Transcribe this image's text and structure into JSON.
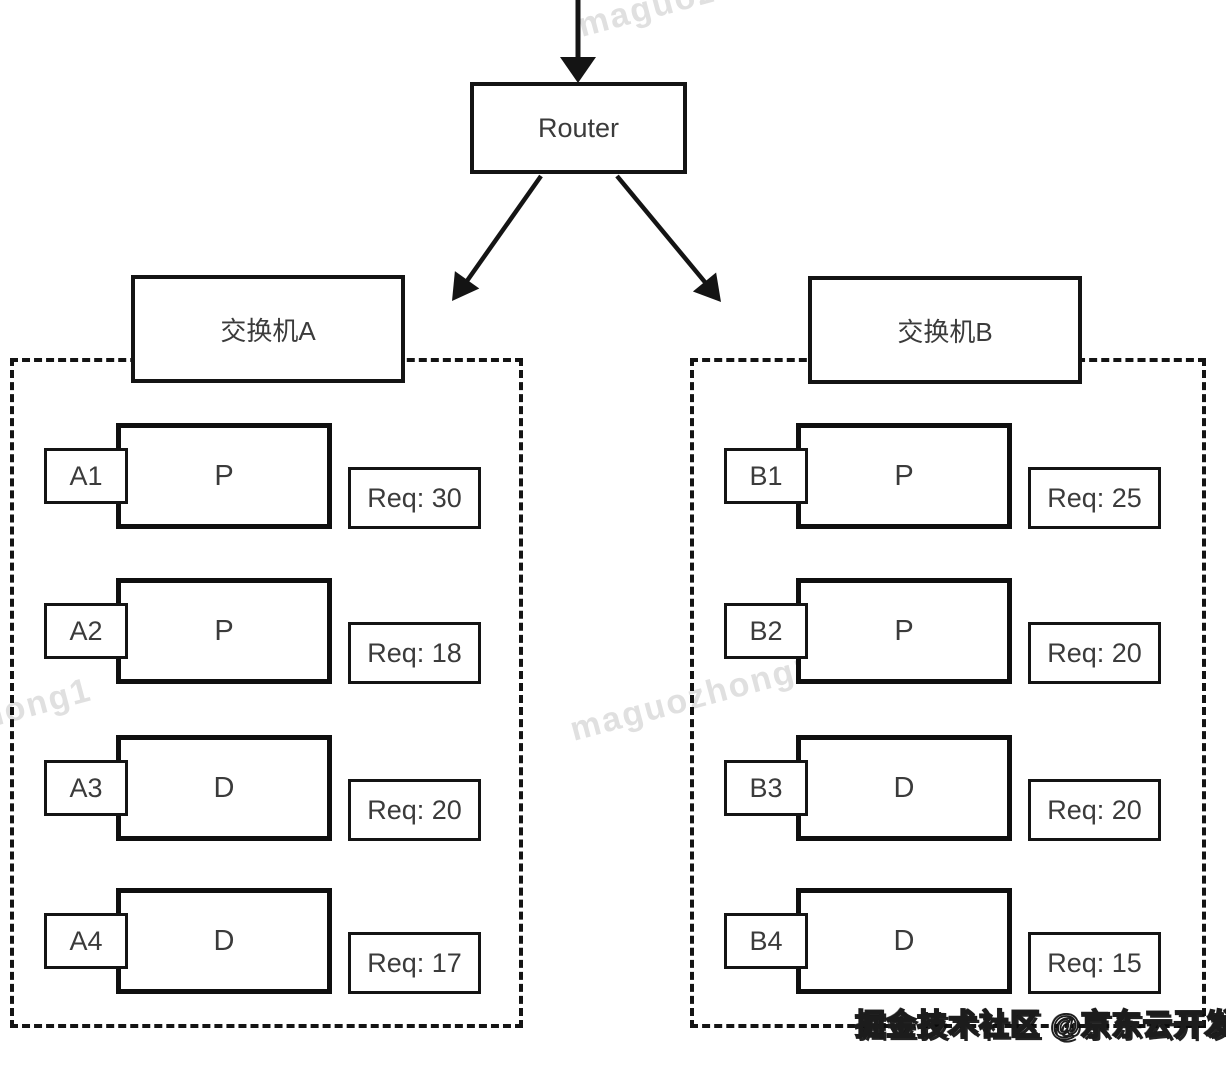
{
  "diagram": {
    "router": {
      "label": "Router"
    },
    "switches": [
      {
        "title": "交换机A",
        "rows": [
          {
            "label": "A1",
            "type": "P",
            "req": "Req: 30"
          },
          {
            "label": "A2",
            "type": "P",
            "req": "Req: 18"
          },
          {
            "label": "A3",
            "type": "D",
            "req": "Req: 20"
          },
          {
            "label": "A4",
            "type": "D",
            "req": "Req: 17"
          }
        ]
      },
      {
        "title": "交换机B",
        "rows": [
          {
            "label": "B1",
            "type": "P",
            "req": "Req: 25"
          },
          {
            "label": "B2",
            "type": "P",
            "req": "Req: 20"
          },
          {
            "label": "B3",
            "type": "D",
            "req": "Req: 20"
          },
          {
            "label": "B4",
            "type": "D",
            "req": "Req: 15"
          }
        ]
      }
    ]
  },
  "watermarks": {
    "tile": "maguozhong1",
    "brand": "掘金技术社区 @京东云开发者"
  },
  "colors": {
    "stroke": "#141414",
    "text": "#3b3b3b",
    "watermark_tile": "#e0e0e0",
    "background": "#ffffff"
  }
}
